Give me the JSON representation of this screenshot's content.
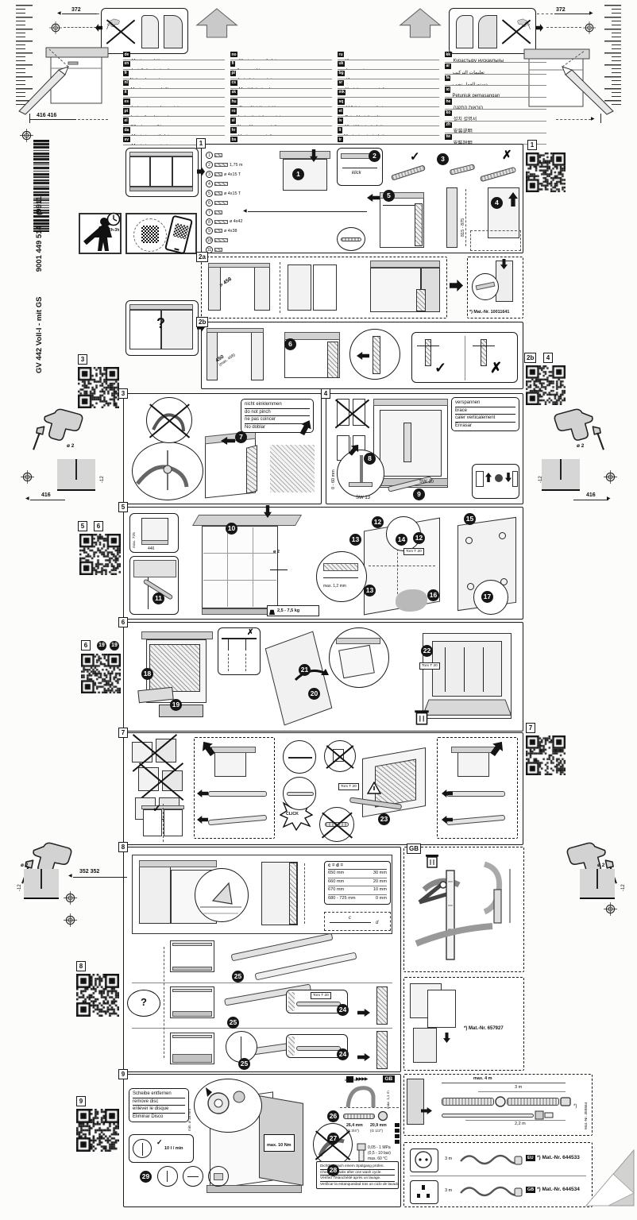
{
  "product": {
    "model": "GV 442 Voll-I - mit GS",
    "code": "9001 449 514",
    "suffix": "(9911)"
  },
  "install_time": "~2h-3h",
  "symbols": {
    "check": "✓",
    "cross": "✗",
    "question": "?",
    "tri_r": "▶",
    "tri_l": "◀"
  },
  "dims": {
    "top_left_372": "372",
    "top_right_372": "372",
    "left_416416": "416 416",
    "mid_416_left": "416",
    "mid_416_right": "416",
    "drill_dia": "ø 2",
    "drill_depth": "-12",
    "bottom_352": "352 352"
  },
  "steps": {
    "1": "1",
    "2": "2",
    "3": "3",
    "4": "4",
    "5": "5",
    "6": "6",
    "7": "7",
    "8": "8",
    "9": "9",
    "10": "10",
    "11": "11",
    "12": "12",
    "13": "13",
    "14": "14",
    "15": "15",
    "16": "16",
    "17": "17",
    "18": "18",
    "19": "19",
    "20": "20",
    "21": "21",
    "22": "22",
    "23": "23",
    "24": "24",
    "25": "25",
    "26": "26",
    "27": "27",
    "28": "28",
    "29": "29"
  },
  "qr": {
    "r1": "1",
    "l3": "3",
    "l5": "5",
    "l6": "6",
    "m6": "6",
    "c19a": "19",
    "c19b": "19",
    "r2b": "2b",
    "r4": "4",
    "r7": "7",
    "l8": "8",
    "l9": "9"
  },
  "languages": {
    "columns": [
      {
        "rows": [
          {
            "code": "de",
            "l1": "Montageanleitung",
            "l2": "*über Kundendienst erhältlich"
          },
          {
            "code": "en",
            "l1": "Installation instructions",
            "l2": "*Available from customer service"
          },
          {
            "code": "fr",
            "l1": "Notice de montage",
            "l2": "*Disponible auprès du service après-vente"
          },
          {
            "code": "nl",
            "l1": "Montagevoorschrift",
            "l2": "*Verkrijgbaar bij de servicedienst"
          },
          {
            "code": "it",
            "l1": "Istruzioni per il montaggio",
            "l2": "*Disponibili presso il servizio assistenza"
          },
          {
            "code": "es",
            "l1": "Instrucciones de montaje",
            "l2": "*) Se puede adquirir a través del Servicio de Asistencia Técnica"
          },
          {
            "code": "pt",
            "l1": "Instruções de montagem",
            "l2": "*Podem ser adquiridas nos Serviços Técnicos"
          },
          {
            "code": "el",
            "l1": "Οδηγίες τοποθέτησης",
            "l2": "*Διατίθενται από την υπηρεσία εξυπηρέτησης"
          },
          {
            "code": "da",
            "l1": "Monteringsvejledning",
            "l2": "*Fås hos kundeservice"
          },
          {
            "code": "sv",
            "l1": "Monteringsanvisning",
            "l2": "*Kan fås via Service"
          }
        ]
      },
      {
        "rows": [
          {
            "code": "no",
            "l1": "Monteringsveiledning",
            "l2": "*Fås hos kundeservice"
          },
          {
            "code": "fi",
            "l1": "Asennusohje",
            "l2": "*Saatavissa huoltopalvelusta"
          },
          {
            "code": "pl",
            "l1": "Instrukcja montażu",
            "l2": "*Do uzyskania w serwisie fabrycznym"
          },
          {
            "code": "cs",
            "l1": "Montážní návod",
            "l2": "*Obdržíte v zákaznickém servisu"
          },
          {
            "code": "sk",
            "l1": "Montážny návod",
            "l2": "*Dostanete v zákazníckom servise"
          },
          {
            "code": "hu",
            "l1": "Szerelési útmutató",
            "l2": "*A vevőszolgálaton keresztül kapható"
          },
          {
            "code": "ro",
            "l1": "Instrucţiuni de montaj",
            "l2": "*Se obţin prin serviciul pentru clienţi"
          },
          {
            "code": "sl",
            "l1": "Navodila za montažo",
            "l2": "*Na voljo pri servisni službi"
          },
          {
            "code": "hr",
            "l1": "Upute za montažu",
            "l2": "*Mogu se nabaviti preko servisne službe"
          },
          {
            "code": "bs",
            "l1": "Uputstvo za montažu",
            "l2": "*Može se nabaviti preko servisne službe"
          }
        ]
      },
      {
        "rows": [
          {
            "code": "ru",
            "l1": "Инструкция по монтажу",
            "l2": "*Можно получить в сервисной службе"
          },
          {
            "code": "uk",
            "l1": "Інструкція з монтажу",
            "l2": "*Можна отримати через сервісну службу"
          },
          {
            "code": "bg",
            "l1": "Инструкция за монтаж",
            "l2": "*Може да се получи чрез сервиза"
          },
          {
            "code": "sr",
            "l1": "Uputstvo za montažu",
            "l2": "*Može se nabaviti preko servisne službe"
          },
          {
            "code": "mk",
            "l1": "Упатство за монтажа",
            "l2": "*Достапно преку сервисната служба"
          },
          {
            "code": "sq",
            "l1": "Udhëzime montimi",
            "l2": "*Merren nëpërmjet shërbimit të klientit"
          },
          {
            "code": "et",
            "l1": "Paigaldusjuhend",
            "l2": "*Saadaval klienditeeninduse kaudu"
          },
          {
            "code": "lv",
            "l1": "Montāžas instrukcija",
            "l2": "*Saņemama klientu servisā"
          },
          {
            "code": "lt",
            "l1": "Montavimo instrukcija",
            "l2": "*Gaunama klientų aptarnavimo tarnyboje"
          },
          {
            "code": "tr",
            "l1": "Montaj kılavuzu",
            "l2": "*Müşteri hizmetlerinden temin edilebilir"
          }
        ]
      },
      {
        "cjk": true,
        "rows": [
          {
            "code": "kk",
            "l1": "Құрастыру нұсқаулығы",
            "l2": "*Сервистік қызмет арқылы алуға болады"
          },
          {
            "code": "ar",
            "rtl": true,
            "l1": "تعليمات التركيب",
            "l2": "*متوفرة لدى خدمة العملاء"
          },
          {
            "code": "fa",
            "rtl": true,
            "l1": "دستورالعمل نصب",
            "l2": "*از طريق خدمات مشتريان قابل تهيه است"
          },
          {
            "code": "id",
            "l1": "Petunjuk pemasangan",
            "l2": "*Bisa didapatkan melalui Customer Service"
          },
          {
            "code": "he",
            "rtl": true,
            "l1": "הוראות התקנה",
            "l2": "*ניתן לקבל בשירות הלקוחות"
          },
          {
            "code": "ko",
            "l1": "설치 설명서",
            "l2": "*고객서비스 (콜센터) 에서 구입 가능"
          },
          {
            "code": "zh",
            "l1": "安装说明",
            "l2": "*可从售后服务处获取"
          },
          {
            "code": "tw",
            "l1": "安裝說明",
            "l2": "*可向售後服務中心索取"
          }
        ]
      }
    ]
  },
  "panels": {
    "p1": {
      "label": "1",
      "klick": "klick",
      "dim": "815 - 875",
      "parts": [
        {
          "num": "1",
          "label": ""
        },
        {
          "num": "2",
          "label": "1,75 m"
        },
        {
          "num": "3",
          "label": "ø 4x15 T"
        },
        {
          "num": "4",
          "label": ""
        },
        {
          "num": "5",
          "label": "ø 4x15 T"
        },
        {
          "num": "6",
          "label": ""
        },
        {
          "num": "7",
          "label": ""
        },
        {
          "num": "8",
          "label": "ø 4x42"
        },
        {
          "num": "9",
          "label": "ø 4x38"
        },
        {
          "num": "10",
          "label": ""
        },
        {
          "num": "11",
          "label": ""
        }
      ]
    },
    "p2a": {
      "label": "2a",
      "dim": "> 458",
      "mat": "*) Mat.-Nr. 10011641"
    },
    "p2b": {
      "label": "2b",
      "dim1": "450",
      "dim2": "(max. 458)"
    },
    "p3": {
      "label": "3",
      "notes": [
        "nicht einklemmen",
        "do not pinch",
        "ne pas coincer",
        "No doblar"
      ]
    },
    "p4": {
      "label": "4",
      "notes": [
        "verspannen",
        "brace",
        "caler verticalement",
        "Enrasar"
      ],
      "sw13": "SW 13",
      "sw10": "SW 10",
      "range": "0 - 60 mm"
    },
    "p5": {
      "label": "5",
      "niche_height": "max. 725",
      "niche_width": "446",
      "gap": "max. 1,2 mm",
      "torx": "Torx T 20",
      "weight": "2,5 - 7,5 kg",
      "dr": "ø 2"
    },
    "p6": {
      "label": "6",
      "torx": "Torx T 20"
    },
    "p7": {
      "label": "7",
      "click": "CLICK",
      "torx": "Torx T 20"
    },
    "p8": {
      "label": "8",
      "torx": "Torx T 20",
      "dim_c": "c",
      "dim_d": "d",
      "table": {
        "header": "c = d =",
        "rows": [
          [
            "650 mm",
            "30 mm"
          ],
          [
            "660 mm",
            "20 mm"
          ],
          [
            "670 mm",
            "10 mm"
          ],
          [
            "680 - 725 mm",
            "0 mm"
          ]
        ]
      }
    },
    "p9": {
      "label": "9",
      "gb_arrows": "▶▶▶▶",
      "gb_badge": "GB",
      "disc_notes": [
        "Scheibe entfernen",
        "remove disc",
        "enlever le disque",
        "Eliminar Disco"
      ],
      "flow": "10 l / min",
      "torque": "max. 10 Nm",
      "min_disc": "min. ø 18 mm",
      "drain_dia": "ø 38 mm",
      "drain_height": "max. 1,1 m",
      "fit_l1": "26,4 mm",
      "fit_l2": "(G 3/4\")",
      "fit_s1": "20,9 mm",
      "fit_s2": "(G 1/2\")",
      "min_clear": "min. 10 mm",
      "press1": "0,05 - 1 MPa",
      "press2": "(0,5 - 10 bar)",
      "press3": "max. 60 °C",
      "leak_notes": [
        "Dichtheit nach einem Spülgang prüfen.",
        "Check for leaks after one wash cycle.",
        "Vérifiez l'étanchéité après un lavage.",
        "Verificar la estanqueidad tras un ciclo de lavado."
      ]
    },
    "gb": {
      "label": "GB"
    },
    "mat_panel": {
      "mat": "*) Mat.-Nr. 657927"
    },
    "hose": {
      "len_max": "max. 4 m",
      "len_3": "3 m",
      "len_22": "2,2 m",
      "mat_side": "Mat.-Nr. 355564",
      "star": "*)"
    },
    "power": {
      "rows": [
        {
          "badge": "EU",
          "len": "3 m",
          "mat": "*) Mat.-Nr. 644533"
        },
        {
          "badge": "GB",
          "len": "3 m",
          "mat": "*) Mat.-Nr. 644534"
        }
      ]
    }
  }
}
